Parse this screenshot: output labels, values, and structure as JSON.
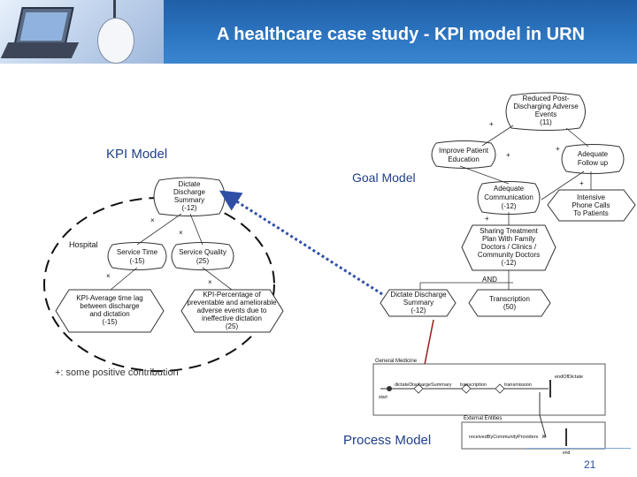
{
  "title": "A healthcare case study - KPI model in URN",
  "labels": {
    "kpi_model": "KPI Model",
    "goal_model": "Goal Model",
    "process_model": "Process Model",
    "contribution_note": "+: some positive contribution",
    "and": "AND",
    "hospital": "Hospital",
    "general_medicine": "General Medicine",
    "external_entities": "External Entities",
    "start": "start",
    "end": "end"
  },
  "goal_nodes": {
    "reduce_adverse": [
      "Reduced Post-",
      "Discharging Adverse",
      "Events",
      "(11)"
    ],
    "improve_education": [
      "Improve Patient",
      "Education"
    ],
    "adequate_followup": [
      "Adequate",
      "Follow up"
    ],
    "adequate_communication": [
      "Adequate",
      "Communication",
      "(-12)"
    ],
    "intensive_calls": [
      "Intensive",
      "Phone Calls",
      "To Patients"
    ],
    "sharing_treatment": [
      "Sharing Treatment",
      "Plan With Family",
      "Doctors / Clinics /",
      "Community Doctors",
      "(-12)"
    ],
    "dictate_summary": [
      "Dictate Discharge",
      "Summary",
      "(-12)"
    ],
    "transcription": [
      "Transcription",
      "(50)"
    ]
  },
  "kpi_nodes": {
    "dictate_summary": [
      "Dictate",
      "Discharge",
      "Summary",
      "(-12)"
    ],
    "service_time": [
      "Service Time",
      "(-15)"
    ],
    "service_quality": [
      "Service Quality",
      "(25)"
    ],
    "kpi_average": [
      "KPI-Average time lag",
      "between discharge",
      "and dictation",
      "(-15)"
    ],
    "kpi_percentage": [
      "KPI-Percentage of",
      "preventable and ameliorable",
      "adverse events due to",
      "ineffective dictation",
      "(25)"
    ]
  },
  "process_nodes": {
    "dictate": "dictateDischargeSummary",
    "transcription": "transcription",
    "transmission": "transmission",
    "end_dictate": "endOfDictate",
    "received": "receivedByCommunityProviders"
  },
  "page_number": "21",
  "colors": {
    "header_blue": "#2c74c0",
    "dashed_blue": "#2f4fa6",
    "arrow_red": "#9c1b1b"
  }
}
